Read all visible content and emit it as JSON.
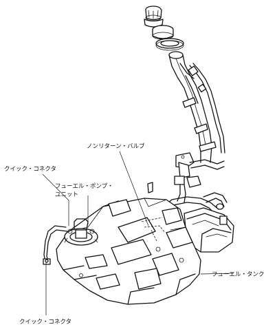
{
  "diagram": {
    "labels": {
      "quick_connector_top": "クイック・コネクタ",
      "fuel_pump_unit_line1": "フューエル・ポンプ・",
      "fuel_pump_unit_line2": "ユニット",
      "non_return_valve": "ノンリターン・バルブ",
      "fuel_tank": "フューエル・タンク",
      "quick_connector_bottom": "クイック・コネクタ"
    }
  }
}
